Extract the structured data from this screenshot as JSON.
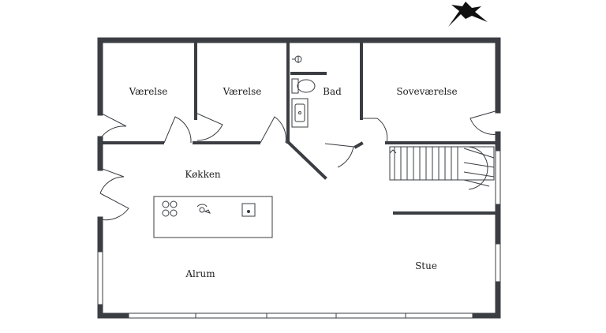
{
  "plan": {
    "rooms": {
      "vaerelse_1": "Værelse",
      "vaerelse_2": "Værelse",
      "bad": "Bad",
      "sovevaerelse": "Soveværelse",
      "kokken": "Køkken",
      "alrum": "Alrum",
      "stue": "Stue"
    },
    "wall_color": "#3a3d42",
    "symbols": [
      "north-arrow-icon",
      "cooktop-icon",
      "faucet-icon",
      "sink-icon",
      "toilet-icon",
      "shower-icon",
      "staircase"
    ]
  }
}
